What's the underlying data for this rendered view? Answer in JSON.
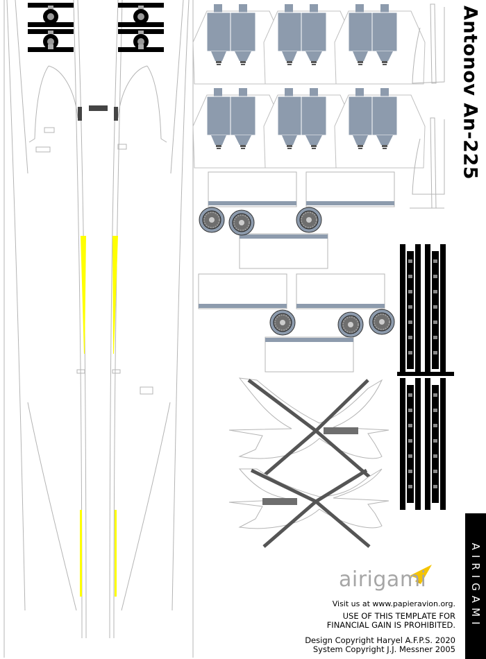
{
  "title": "Antonov An-225",
  "brand": {
    "logo_text": "airigami",
    "band_text": "AIRIGAMI"
  },
  "footer": {
    "visit": "Visit us at www.papieravion.org.",
    "warning_line1": "USE OF THIS TEMPLATE FOR",
    "warning_line2": "FINANCIAL GAIN IS PROHIBITED.",
    "design_copyright": "Design Copyright Haryel A.F.P.S. 2020",
    "system_copyright": "System Copyright J.J. Messner 2005"
  },
  "colors": {
    "engine_gray": "#8d9bad",
    "outline": "#b4b4b4",
    "yellow": "#ffff00",
    "black": "#000000",
    "dark_gray": "#6e6e6e",
    "logo_gray": "#a6a6a6",
    "plane_yellow": "#f5c400"
  },
  "icons": {
    "logo": "paper-plane-icon"
  }
}
